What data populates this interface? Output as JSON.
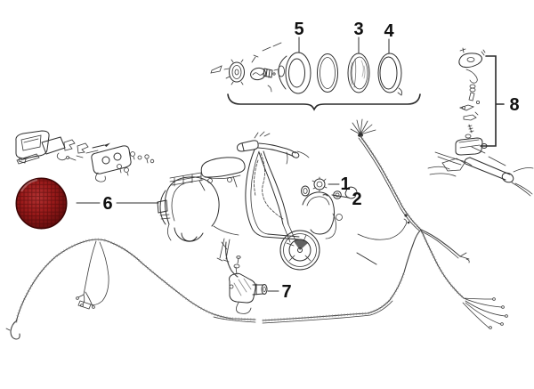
{
  "callouts": {
    "part1": "1",
    "part2": "2",
    "part3": "3",
    "part4": "4",
    "part5": "5",
    "part6": "6",
    "part7": "7",
    "part8": "8"
  },
  "colors": {
    "line": "#2f2f2f",
    "label": "#101010",
    "background": "#ffffff",
    "lens_center": "#b23232",
    "lens_mid": "#9a1a1a",
    "lens_edge": "#570b0b",
    "lens_grid": "#430606",
    "lens_rim": "#3f0505"
  }
}
